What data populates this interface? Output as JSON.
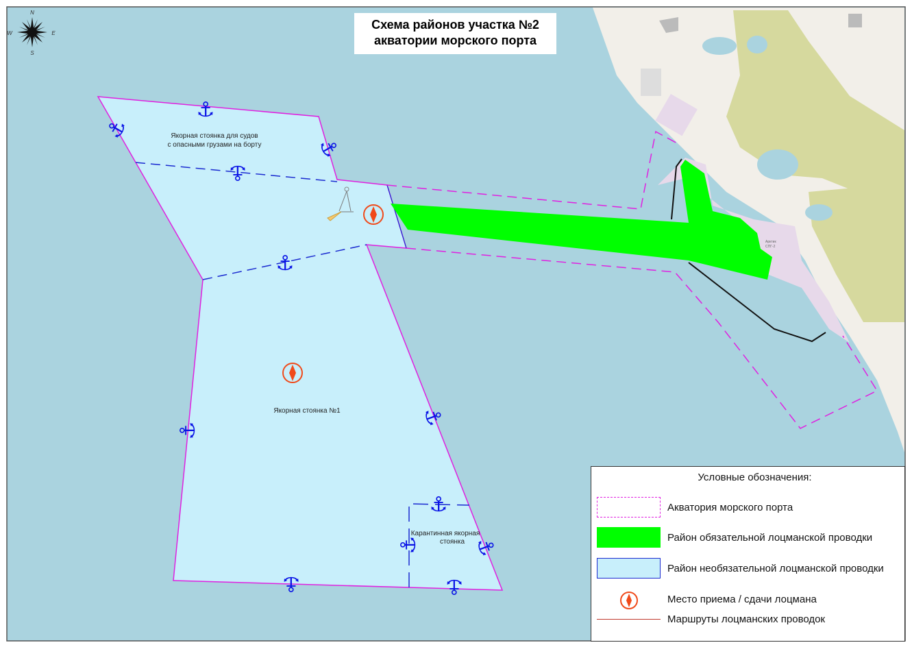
{
  "title": {
    "line1": "Схема районов участка №2",
    "line2": "акватории морского порта"
  },
  "compass": {
    "n": "N",
    "s": "S",
    "w": "W",
    "e": "E"
  },
  "map_labels": {
    "dangerous_anchorage_line1": "Якорная стоянка для судов",
    "dangerous_anchorage_line2": "с опасными грузами на борту",
    "anchorage_1": "Якорная стоянка №1",
    "quarantine_line1": "Карантинная якорная",
    "quarantine_line2": "стоянка",
    "land_arktik_line1": "Арктик",
    "land_arktik_line2": "СПГ-2"
  },
  "legend": {
    "title": "Условные обозначения:",
    "items": [
      {
        "label": "Акватория морского порта"
      },
      {
        "label": "Район обязательной лоцманской проводки"
      },
      {
        "label": "Район необязательной лоцманской проводки"
      },
      {
        "label": "Место приема / сдачи лоцмана"
      },
      {
        "label": "Маршруты лоцманских проводок"
      }
    ]
  },
  "colors": {
    "water": "#aad3df",
    "anchorage_zone": "#c8effb",
    "mandatory_pilotage": "#00ff00",
    "port_boundary": "#e020e0",
    "anchor": "#0a14e6",
    "pilot_point": "#f04a1a",
    "land": "#f2efe9"
  }
}
